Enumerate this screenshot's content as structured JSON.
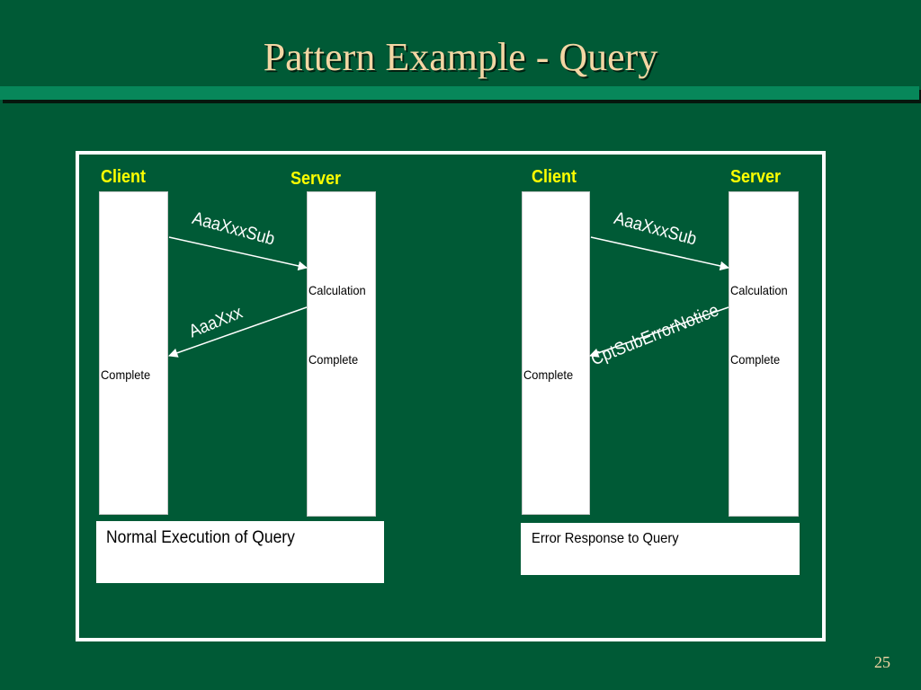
{
  "slide": {
    "title": "Pattern Example - Query",
    "page_number": "25"
  },
  "diagrams": {
    "normal": {
      "client_label": "Client",
      "server_label": "Server",
      "request_msg": "AaaXxxSub",
      "response_msg": "AaaXxx",
      "server_calc": "Calculation",
      "server_complete": "Complete",
      "client_complete": "Complete",
      "caption": "Normal Execution of Query"
    },
    "error": {
      "client_label": "Client",
      "server_label": "Server",
      "request_msg": "AaaXxxSub",
      "response_msg": "CptSubErrorNotice",
      "server_calc": "Calculation",
      "server_complete": "Complete",
      "client_complete": "Complete",
      "caption": "Error Response to Query"
    }
  },
  "colors": {
    "background": "#005a36",
    "title": "#f3d6a4",
    "participant_label": "#ffff00",
    "message_text": "#ffffff"
  }
}
